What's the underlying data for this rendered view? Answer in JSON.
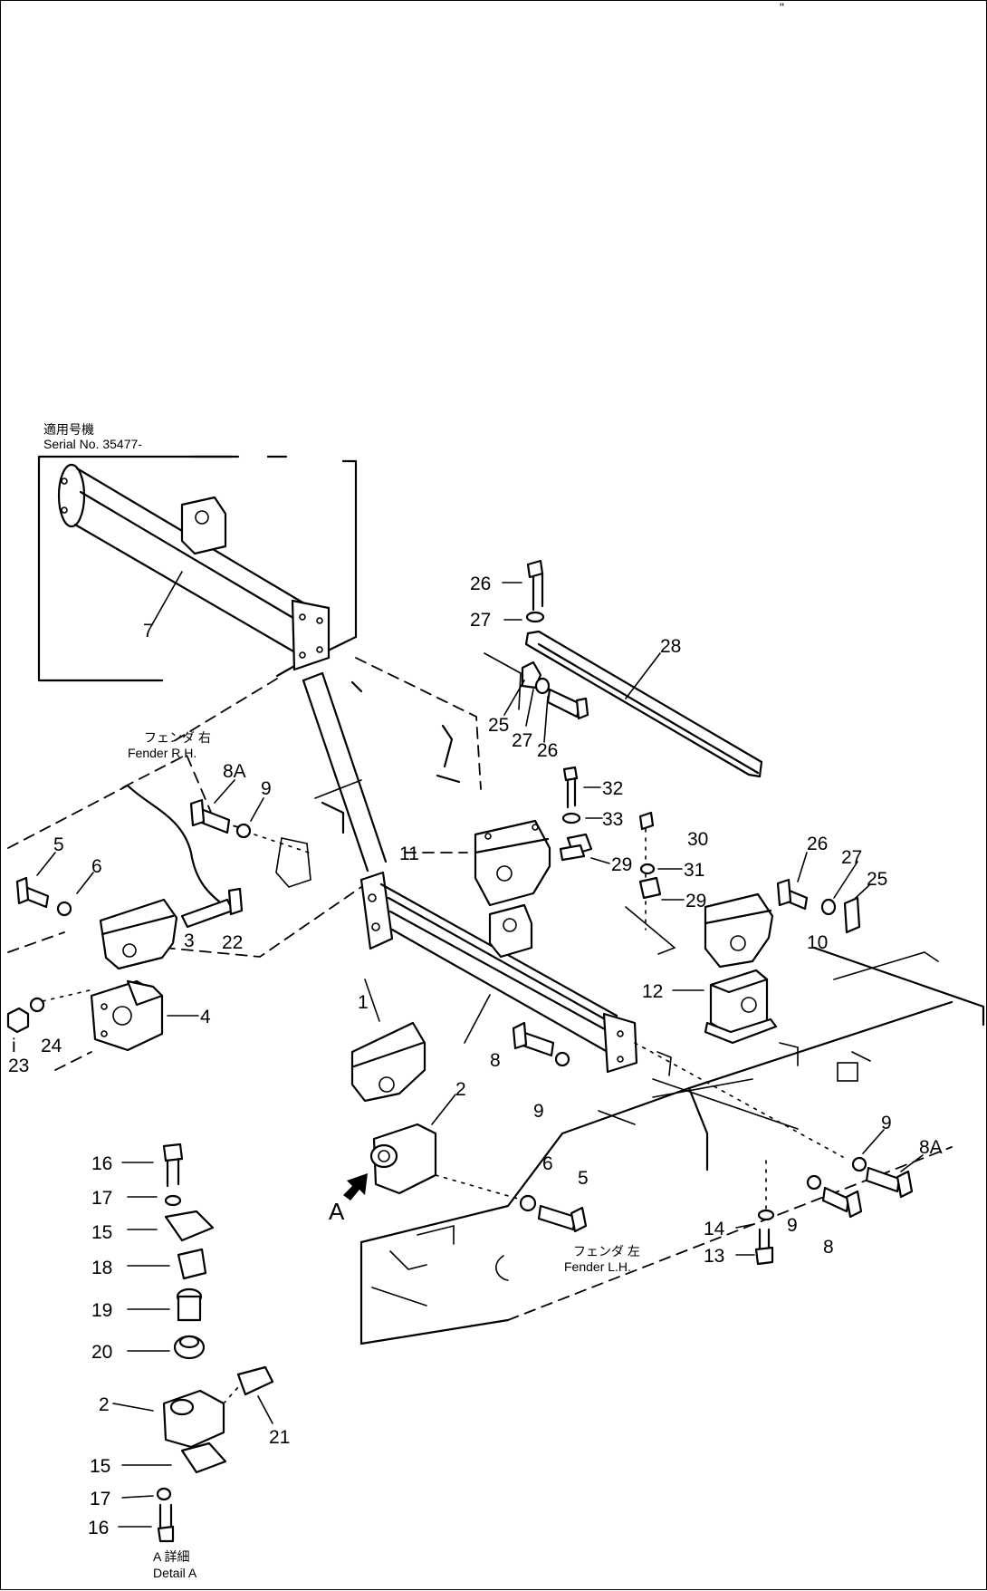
{
  "header_mark": "\"",
  "inset": {
    "caption_jp": "適用号機",
    "caption_serial": "Serial No. 35477-"
  },
  "view": {
    "arrow_letter": "A"
  },
  "texts": {
    "fender_rh_jp": "フェンダ 右",
    "fender_rh": "Fender R.H.",
    "fender_lh_jp": "フェンダ 左",
    "fender_lh": "Fender L.H.",
    "detail_jp": "A 詳細",
    "detail": "Detail A"
  },
  "callouts": {
    "c1": "1",
    "c2": "2",
    "c2b": "2",
    "c3": "3",
    "c4": "4",
    "c5": "5",
    "c5b": "5",
    "c6": "6",
    "c6b": "6",
    "c7": "7",
    "c8": "8",
    "c8b": "8",
    "c8a": "8A",
    "c8a_b": "8A",
    "c9": "9",
    "c9b": "9",
    "c9c": "9",
    "c9d": "9",
    "c10": "10",
    "c11": "11",
    "c12": "12",
    "c13": "13",
    "c14": "14",
    "c15": "15",
    "c15b": "15",
    "c16": "16",
    "c16b": "16",
    "c17": "17",
    "c17b": "17",
    "c18": "18",
    "c19": "19",
    "c20": "20",
    "c21": "21",
    "c22": "22",
    "c23": "23",
    "c24": "24",
    "c25": "25",
    "c25b": "25",
    "c26": "26",
    "c26b": "26",
    "c26c": "26",
    "c27": "27",
    "c27b": "27",
    "c27c": "27",
    "c28": "28",
    "c29": "29",
    "c29b": "29",
    "c30": "30",
    "c31": "31",
    "c32": "32",
    "c33": "33",
    "ci": "i"
  }
}
